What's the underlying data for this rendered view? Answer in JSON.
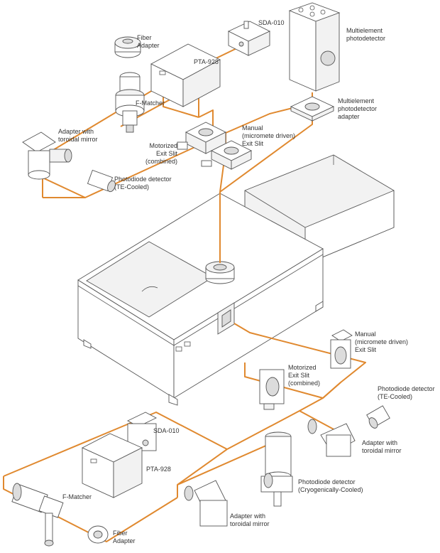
{
  "colors": {
    "connector": "#e0892f",
    "outline": "#555555"
  },
  "labels": {
    "fiber_adapter_top": "Fiber\nAdapter",
    "sda_top": "SDA-010",
    "pta_top": "PTA-928",
    "multielement_photodetector": "Multielement\nphotodetector",
    "multielement_adapter": "Multielement\nphotodetector\nadapter",
    "f_matcher_top": "F-Matcher",
    "adapter_toroidal_top": "Adapter with\ntoroidal mirror",
    "manual_slit_top": "Manual\n(micromete driven)\nExit Slit",
    "motorized_slit_top": "Motorized\nExit Slit\n(combined)",
    "photodiode_te_top": "Photodiode detector\n(TE-Cooled)",
    "manual_slit_right": "Manual\n(micromete driven)\nExit Slit",
    "motorized_slit_right": "Motorized\nExit Slit\n(combined)",
    "photodiode_te_right": "Photodiode detector\n(TE-Cooled)",
    "adapter_toroidal_right": "Adapter with\ntoroidal mirror",
    "sda_bottom": "SDA-010",
    "pta_bottom": "PTA-928",
    "photodiode_cryo": "Photodiode detector\n(Cryogenically-Cooled)",
    "f_matcher_bottom": "F-Matcher",
    "adapter_toroidal_bottom": "Adapter with\ntoroidal mirror",
    "fiber_adapter_bottom": "Fiber\nAdapter"
  }
}
